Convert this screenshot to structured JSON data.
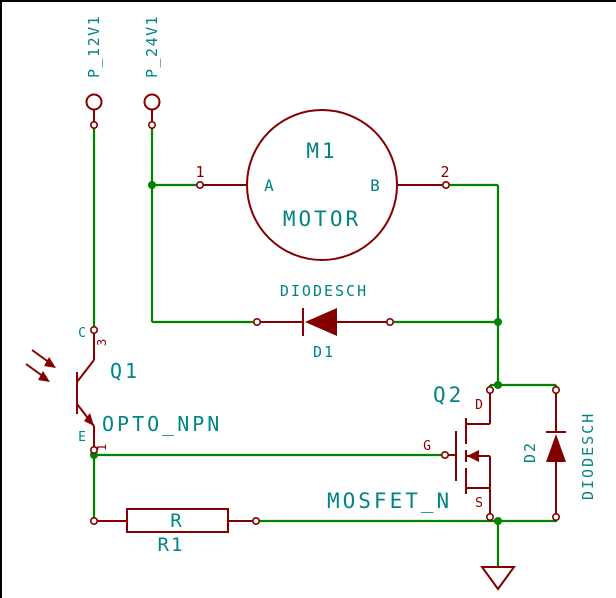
{
  "colors": {
    "symbol": "#840000",
    "wire": "#008400",
    "junction": "#008400",
    "label": "#008484",
    "pin_number": "#840000",
    "background": "#ffffff",
    "frame": "#000000"
  },
  "power_pins": {
    "p12": {
      "label": "P_12V1"
    },
    "p24": {
      "label": "P_24V1"
    }
  },
  "motor": {
    "reference": "M1",
    "value": "MOTOR",
    "pin_a_name": "A",
    "pin_a_number": "1",
    "pin_b_name": "B",
    "pin_b_number": "2"
  },
  "diode_d1": {
    "reference": "D1",
    "value": "DIODESCH"
  },
  "opto_q1": {
    "reference": "Q1",
    "value": "OPTO_NPN",
    "collector_name": "C",
    "collector_number": "3",
    "emitter_name": "E",
    "emitter_number": "1"
  },
  "resistor_r1": {
    "reference": "R1",
    "value": "R"
  },
  "mosfet_q2": {
    "reference": "Q2",
    "value": "MOSFET_N",
    "gate_name": "G",
    "drain_name": "D",
    "source_name": "S"
  },
  "diode_d2": {
    "reference": "D2",
    "value": "DIODESCH"
  }
}
